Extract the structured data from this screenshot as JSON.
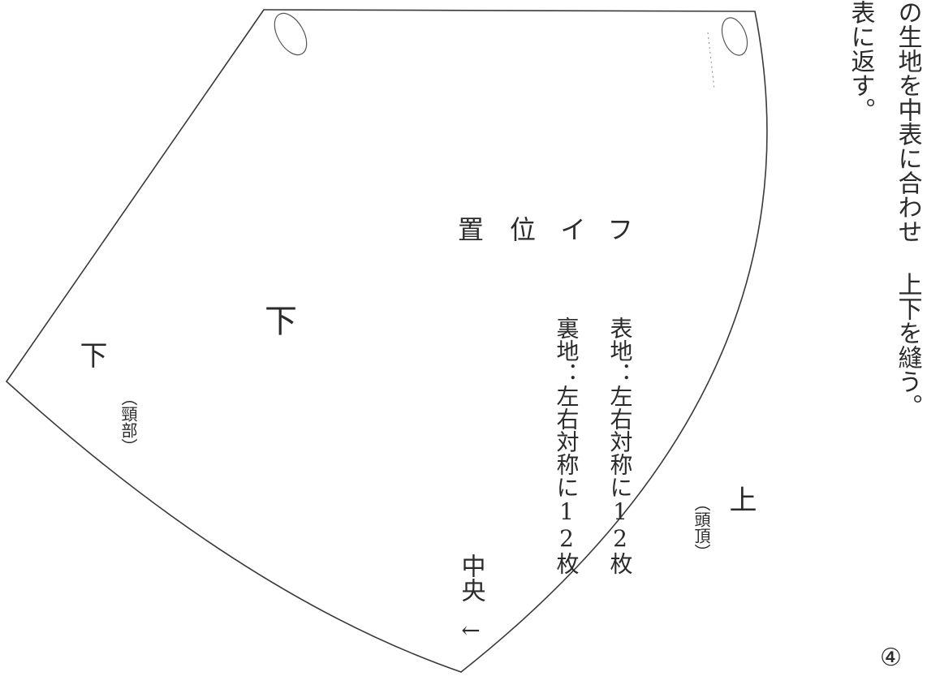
{
  "instruction": {
    "line1": "の生地を中表に合わせ 上下を縫う。",
    "line2": "表に返す。"
  },
  "part_label": {
    "line1": "フ",
    "line2": "イ",
    "line3": "位",
    "line4": "置"
  },
  "cutting": {
    "outer_fabric": "表地：左右対称に12枚",
    "lining_fabric": "裏地：左右対称に12枚"
  },
  "labels": {
    "top": "上",
    "top_note": "（頭頂）",
    "bottom_large": "下",
    "bottom": "下",
    "bottom_note": "（頸部）",
    "center": "中央",
    "arrow": "←"
  },
  "page_number": "④"
}
